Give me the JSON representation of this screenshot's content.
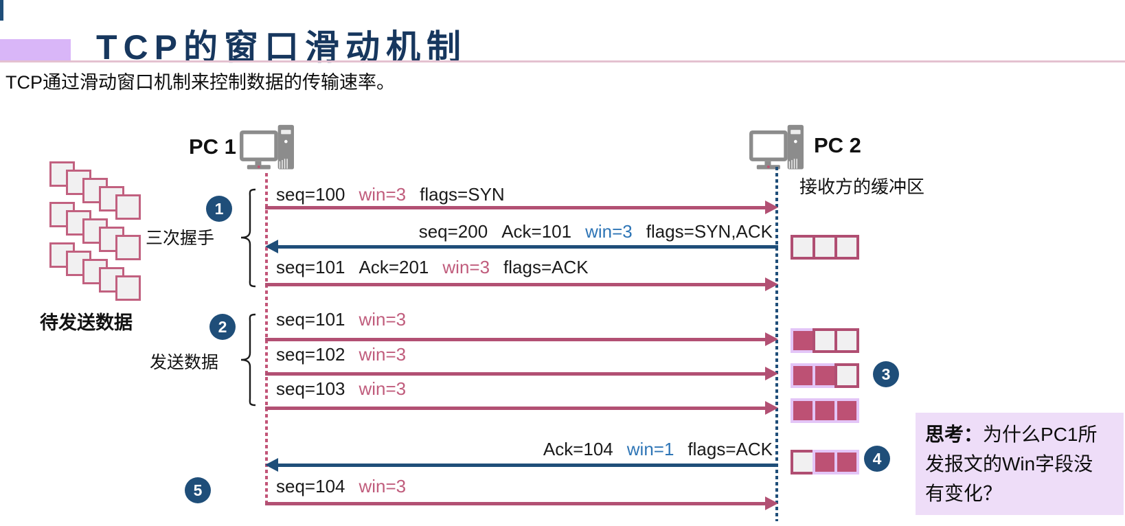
{
  "header": {
    "title": "TCP的窗口滑动机制",
    "subtitle": "TCP通过滑动窗口机制来控制数据的传输速率。"
  },
  "hosts": {
    "pc1_label": "PC 1",
    "pc2_label": "PC 2",
    "buffer_caption": "接收方的缓冲区",
    "pending_label": "待发送数据"
  },
  "groups": [
    {
      "num": "1",
      "label": "三次握手"
    },
    {
      "num": "2",
      "label": "发送数据"
    }
  ],
  "loose_badges": [
    {
      "num": "3"
    },
    {
      "num": "4"
    },
    {
      "num": "5"
    }
  ],
  "messages": [
    {
      "dir": "right",
      "parts": [
        {
          "text": "seq=100",
          "color": "k"
        },
        {
          "text": "win=3",
          "color": "p"
        },
        {
          "text": "flags=SYN",
          "color": "k"
        }
      ]
    },
    {
      "dir": "left",
      "parts": [
        {
          "text": "seq=200",
          "color": "k"
        },
        {
          "text": "Ack=101",
          "color": "k"
        },
        {
          "text": "win=3",
          "color": "b"
        },
        {
          "text": "flags=SYN,ACK",
          "color": "k"
        }
      ]
    },
    {
      "dir": "right",
      "parts": [
        {
          "text": "seq=101",
          "color": "k"
        },
        {
          "text": "Ack=201",
          "color": "k"
        },
        {
          "text": "win=3",
          "color": "p"
        },
        {
          "text": "flags=ACK",
          "color": "k"
        }
      ]
    },
    {
      "dir": "right",
      "parts": [
        {
          "text": "seq=101",
          "color": "k"
        },
        {
          "text": "win=3",
          "color": "p"
        }
      ]
    },
    {
      "dir": "right",
      "parts": [
        {
          "text": "seq=102",
          "color": "k"
        },
        {
          "text": "win=3",
          "color": "p"
        }
      ]
    },
    {
      "dir": "right",
      "parts": [
        {
          "text": "seq=103",
          "color": "k"
        },
        {
          "text": "win=3",
          "color": "p"
        }
      ]
    },
    {
      "dir": "left",
      "parts": [
        {
          "text": "Ack=104",
          "color": "k"
        },
        {
          "text": "win=1",
          "color": "b"
        },
        {
          "text": "flags=ACK",
          "color": "k"
        }
      ]
    },
    {
      "dir": "right",
      "parts": [
        {
          "text": "seq=104",
          "color": "k"
        },
        {
          "text": "win=3",
          "color": "p"
        }
      ]
    }
  ],
  "buffers": [
    {
      "cells": [
        0,
        0,
        0
      ]
    },
    {
      "cells": [
        1,
        0,
        0
      ]
    },
    {
      "cells": [
        1,
        1,
        0
      ]
    },
    {
      "cells": [
        1,
        1,
        1
      ]
    },
    {
      "cells": [
        0,
        1,
        1
      ]
    }
  ],
  "note": {
    "line1_bold": "思考：",
    "line1_rest": "为什么PC1所",
    "line2": "发报文的Win字段没",
    "line3": "有变化？"
  },
  "colors": {
    "title_navy": "#17375e",
    "badge_navy": "#1f4e79",
    "arrow_maroon": "#b25073",
    "arrow_blue": "#1f4e79",
    "win_pink": "#c05c7c",
    "win_blue": "#2e75b6",
    "lavender_block": "#d9b6f8",
    "note_bg": "#eeddf8",
    "cell_fill": "#bd5174",
    "cell_border": "#b04e72",
    "cell_highlight": "#e3c5f7"
  }
}
